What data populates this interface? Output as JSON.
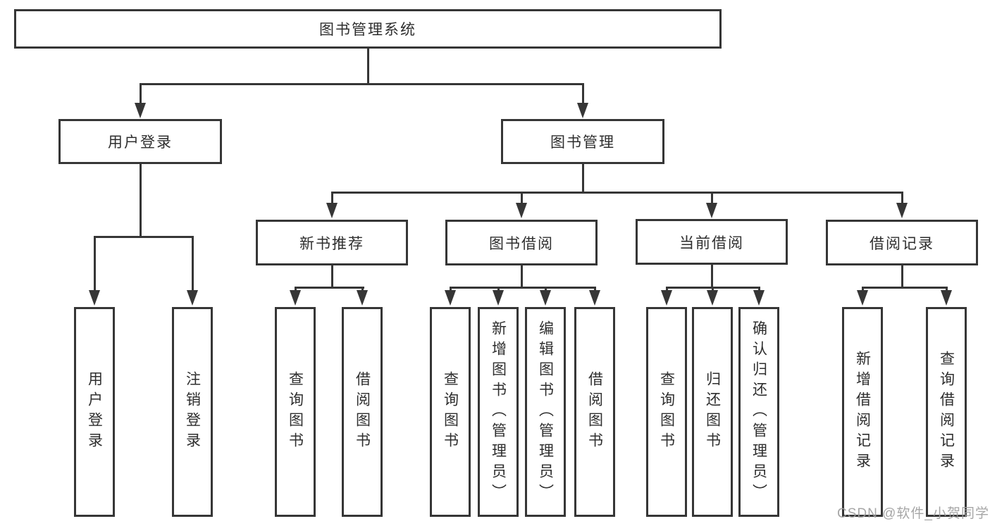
{
  "colors": {
    "line": "#363636",
    "box_border": "#363636",
    "text": "#2e2e2e",
    "background": "#ffffff",
    "watermark": "#9e9e9e"
  },
  "watermark": {
    "text": "CSDN @软件_小贺同学"
  },
  "tree": {
    "root": {
      "label": "图书管理系统",
      "children": [
        {
          "label": "用户登录",
          "children": [
            {
              "label": "用户登录"
            },
            {
              "label": "注销登录"
            }
          ]
        },
        {
          "label": "图书管理",
          "children": [
            {
              "label": "新书推荐",
              "children": [
                {
                  "label": "查询图书"
                },
                {
                  "label": "借阅图书"
                }
              ]
            },
            {
              "label": "图书借阅",
              "children": [
                {
                  "label": "查询图书"
                },
                {
                  "label": "新增图书（管理员）"
                },
                {
                  "label": "编辑图书（管理员）"
                },
                {
                  "label": "借阅图书"
                }
              ]
            },
            {
              "label": "当前借阅",
              "children": [
                {
                  "label": "查询图书"
                },
                {
                  "label": "归还图书"
                },
                {
                  "label": "确认归还（管理员）"
                }
              ]
            },
            {
              "label": "借阅记录",
              "children": [
                {
                  "label": "新增借阅记录"
                },
                {
                  "label": "查询借阅记录"
                }
              ]
            }
          ]
        }
      ]
    }
  }
}
